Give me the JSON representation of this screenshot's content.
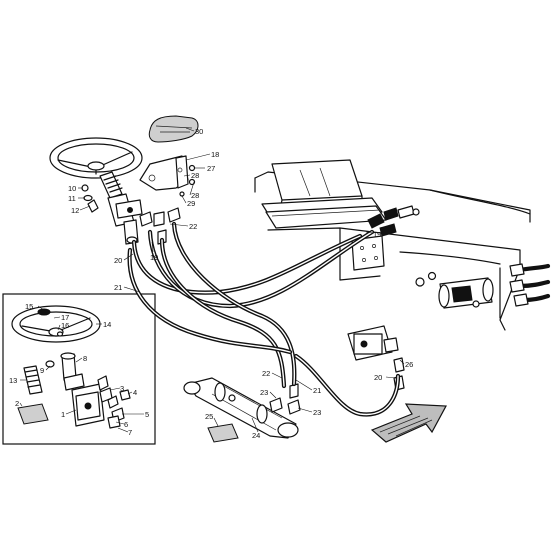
{
  "callouts": [
    {
      "id": "c30",
      "text": "30"
    },
    {
      "id": "c18",
      "text": "18"
    },
    {
      "id": "c27",
      "text": "27"
    },
    {
      "id": "c28a",
      "text": "28"
    },
    {
      "id": "c28b",
      "text": "28"
    },
    {
      "id": "c29",
      "text": "29"
    },
    {
      "id": "c10",
      "text": "10"
    },
    {
      "id": "c11",
      "text": "11"
    },
    {
      "id": "c12",
      "text": "12"
    },
    {
      "id": "c22a",
      "text": "22"
    },
    {
      "id": "c20a",
      "text": "20"
    },
    {
      "id": "c19a",
      "text": "19"
    },
    {
      "id": "c21a",
      "text": "21"
    },
    {
      "id": "c19b",
      "text": "19"
    },
    {
      "id": "c15",
      "text": "15"
    },
    {
      "id": "c17",
      "text": "17"
    },
    {
      "id": "c16",
      "text": "16"
    },
    {
      "id": "c14",
      "text": "14"
    },
    {
      "id": "c8",
      "text": "8"
    },
    {
      "id": "c9",
      "text": "9"
    },
    {
      "id": "c13",
      "text": "13"
    },
    {
      "id": "c3",
      "text": "3"
    },
    {
      "id": "c4",
      "text": "4"
    },
    {
      "id": "c2",
      "text": "2"
    },
    {
      "id": "c1",
      "text": "1"
    },
    {
      "id": "c5",
      "text": "5"
    },
    {
      "id": "c6",
      "text": "6"
    },
    {
      "id": "c7",
      "text": "7"
    },
    {
      "id": "c22b",
      "text": "22"
    },
    {
      "id": "c23a",
      "text": "23"
    },
    {
      "id": "c21b",
      "text": "21"
    },
    {
      "id": "c23b",
      "text": "23"
    },
    {
      "id": "c25",
      "text": "25"
    },
    {
      "id": "c24",
      "text": "24"
    },
    {
      "id": "c26",
      "text": "26"
    },
    {
      "id": "c20b",
      "text": "20"
    }
  ]
}
